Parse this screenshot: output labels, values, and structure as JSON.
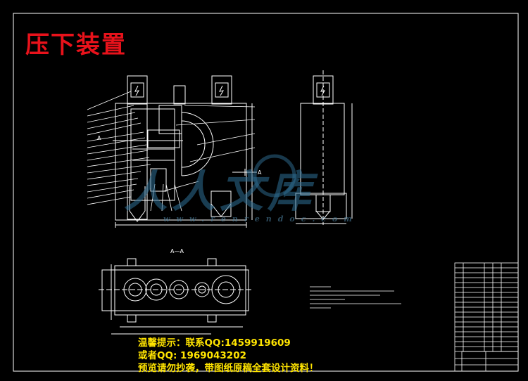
{
  "drawing": {
    "title": "压下装置",
    "section_label_top": "A",
    "section_label_view": "A—A",
    "watermark": {
      "text": "人人文库",
      "url": "www.renrendoc.com"
    },
    "notes": {
      "line1": "温馨提示：联系QQ:1459919609",
      "line2": "或者QQ: 1969043202",
      "line3": "预览请勿抄袭，带图纸原稿全套设计资料！"
    }
  },
  "colors": {
    "background": "#000000",
    "lines": "#ffffff",
    "title": "#e8121b",
    "notes": "#ffe400",
    "watermark": "#2f6f95"
  }
}
